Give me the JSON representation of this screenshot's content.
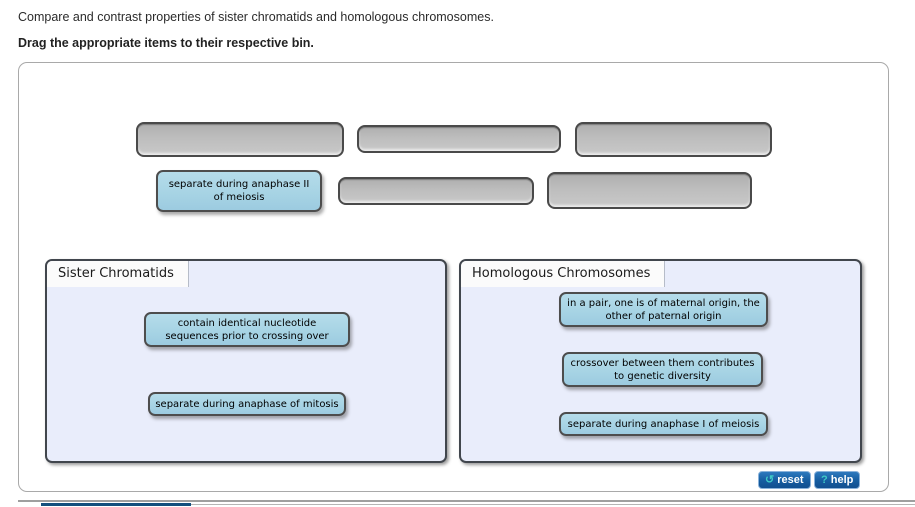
{
  "instructions": {
    "line1": "Compare and contrast properties of sister chromatids and homologous chromosomes.",
    "line2": "Drag the appropriate items to their respective bin."
  },
  "tray": {
    "placed_item": "separate during anaphase II of meiosis",
    "empty_slot_count": 5
  },
  "bins": [
    {
      "title": "Sister Chromatids",
      "items": [
        "contain identical nucleotide sequences prior to crossing over",
        "separate during anaphase of mitosis"
      ]
    },
    {
      "title": "Homologous Chromosomes",
      "items": [
        "in a pair, one is of maternal origin, the other of paternal origin",
        "crossover between them contributes to genetic diversity",
        "separate during anaphase I of meiosis"
      ]
    }
  ],
  "toolbar": {
    "reset_label": "reset",
    "help_label": "help",
    "reset_icon": "↺",
    "help_icon": "?"
  },
  "colors": {
    "chip_fill": "#a6d3e4",
    "slot_fill": "#bdbdbd",
    "bin_fill": "#e9edfb",
    "bin_border": "#41464d",
    "button_blue": "#155c9f",
    "button_icon_teal": "#3ec9c6",
    "cutoff_bar_navy": "#134f7d"
  }
}
